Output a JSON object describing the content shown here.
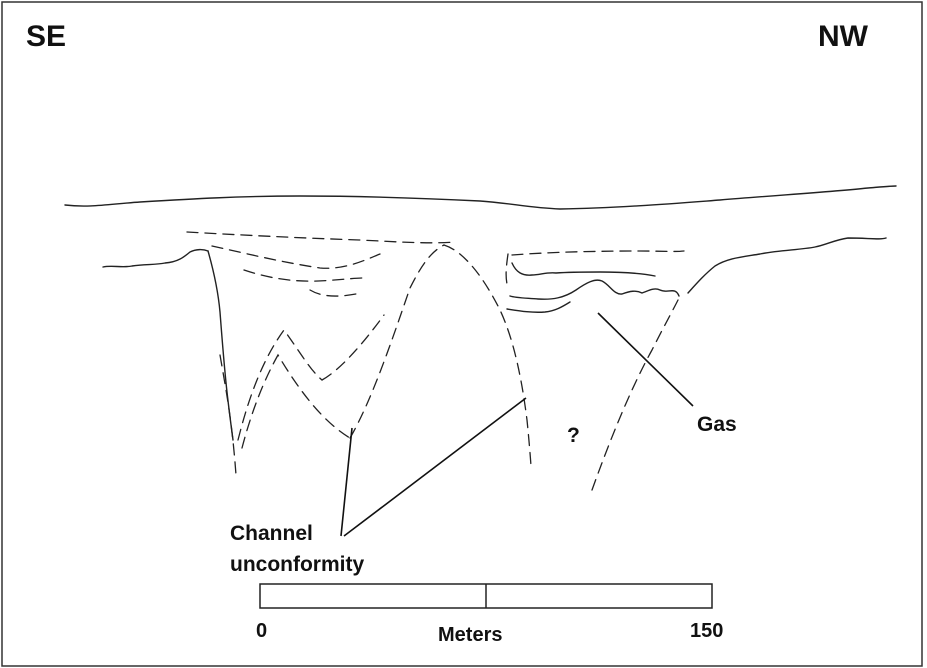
{
  "directions": {
    "left": "SE",
    "right": "NW"
  },
  "annotations": {
    "gas": "Gas",
    "question": "?",
    "channel_line1": "Channel",
    "channel_line2": "unconformity"
  },
  "scale_bar": {
    "start": "0",
    "end": "150",
    "unit": "Meters"
  }
}
